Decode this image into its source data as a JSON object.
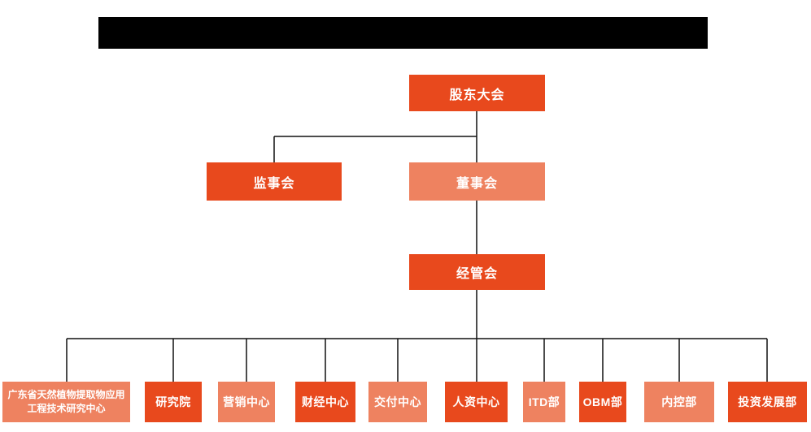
{
  "title_bar": {
    "redacted": true,
    "note": "solid black censor bar, no legible text"
  },
  "colors": {
    "primary": "#E8491D",
    "secondary": "#EE8260",
    "line": "#111111",
    "redacted": "#000000",
    "node_text": "#FFFFFF",
    "background": "#FFFFFF"
  },
  "org": {
    "shareholders": {
      "label": "股东大会",
      "tone": "primary"
    },
    "supervisory": {
      "label": "监事会",
      "tone": "primary"
    },
    "board": {
      "label": "董事会",
      "tone": "secondary"
    },
    "management": {
      "label": "经管会",
      "tone": "primary"
    },
    "departments": [
      {
        "label": "广东省天然植物提取物应用工程技术研究中心",
        "tone": "secondary"
      },
      {
        "label": "研究院",
        "tone": "primary"
      },
      {
        "label": "营销中心",
        "tone": "secondary"
      },
      {
        "label": "财经中心",
        "tone": "primary"
      },
      {
        "label": "交付中心",
        "tone": "secondary"
      },
      {
        "label": "人资中心",
        "tone": "primary"
      },
      {
        "label": "ITD部",
        "tone": "secondary"
      },
      {
        "label": "OBM部",
        "tone": "primary"
      },
      {
        "label": "内控部",
        "tone": "secondary"
      },
      {
        "label": "投资发展部",
        "tone": "primary"
      }
    ],
    "edges": [
      {
        "from": "股东大会",
        "to": "监事会"
      },
      {
        "from": "股东大会",
        "to": "董事会"
      },
      {
        "from": "董事会",
        "to": "经管会"
      },
      {
        "from": "经管会",
        "to": "广东省天然植物提取物应用工程技术研究中心"
      },
      {
        "from": "经管会",
        "to": "研究院"
      },
      {
        "from": "经管会",
        "to": "营销中心"
      },
      {
        "from": "经管会",
        "to": "财经中心"
      },
      {
        "from": "经管会",
        "to": "交付中心"
      },
      {
        "from": "经管会",
        "to": "人资中心"
      },
      {
        "from": "经管会",
        "to": "ITD部"
      },
      {
        "from": "经管会",
        "to": "OBM部"
      },
      {
        "from": "经管会",
        "to": "内控部"
      },
      {
        "from": "经管会",
        "to": "投资发展部"
      }
    ]
  }
}
